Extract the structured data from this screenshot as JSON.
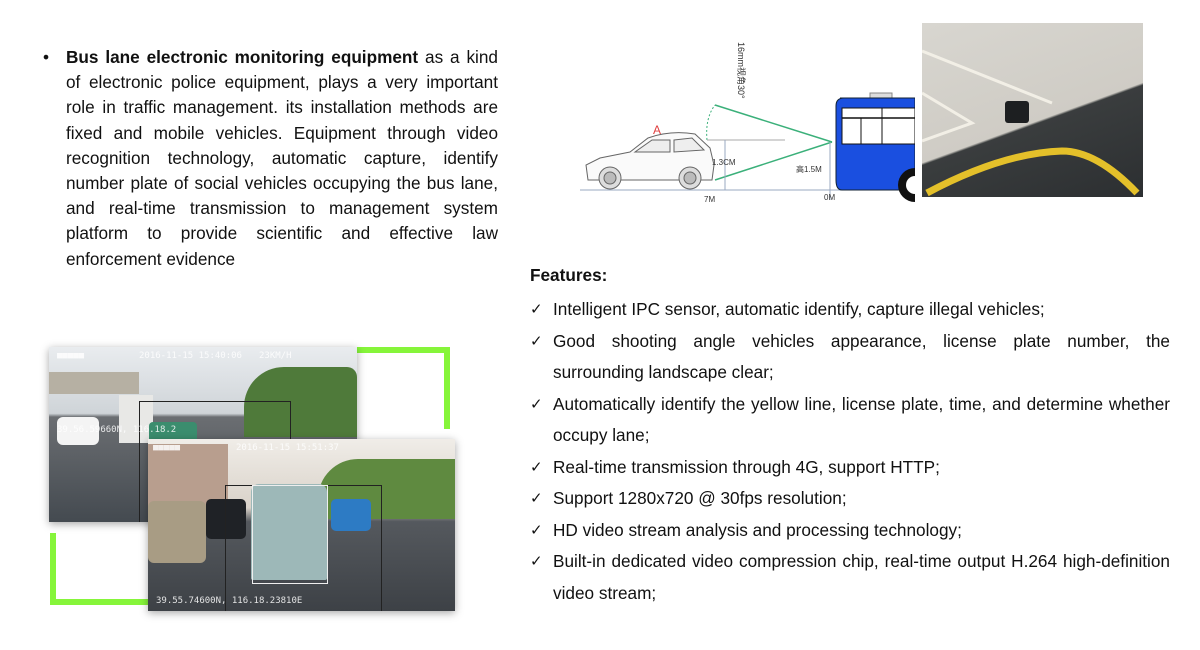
{
  "intro": {
    "bullet": "•",
    "bold": "Bus lane electronic monitoring equipment",
    "text": " as a kind of electronic police equipment, plays a very important role in traffic management. its installation methods are fixed and mobile vehicles. Equipment through video recognition technology, automatic capture, identify number plate of social vehicles occupying the bus lane, and real-time transmission to management system platform to provide scientific and effective law enforcement evidence"
  },
  "diagram": {
    "car_label": "A",
    "angle_label": "16mm视角30°",
    "height_car": "1.3CM",
    "height_bus": "高1.5M",
    "dist_far": "7M",
    "dist_zero": "0M",
    "colors": {
      "bus": "#1a4fe0",
      "beam": "#3bb07a",
      "car_label": "#e04040"
    }
  },
  "photos": {
    "top": {
      "time": "2016-11-15 15:40:06",
      "speed": "23KM/H",
      "coords": "39.56.59660N, 116.18.2"
    },
    "bottom": {
      "time": "2016-11-15 15:51:37",
      "coords": "39.55.74600N, 116.18.23810E"
    },
    "accent": "#86f53a"
  },
  "features": {
    "title": "Features:",
    "check": "✓",
    "items": [
      "Intelligent IPC sensor, automatic identify, capture illegal vehicles;",
      "Good shooting angle vehicles appearance, license plate number, the surrounding landscape clear;",
      "Automatically identify the yellow line, license plate, time, and determine whether occupy lane;",
      "Real-time transmission through 4G, support HTTP;",
      "Support 1280x720 @ 30fps resolution;",
      "HD video stream analysis and processing technology;",
      "Built-in dedicated video compression chip, real-time output H.264 high-definition video stream;"
    ]
  }
}
